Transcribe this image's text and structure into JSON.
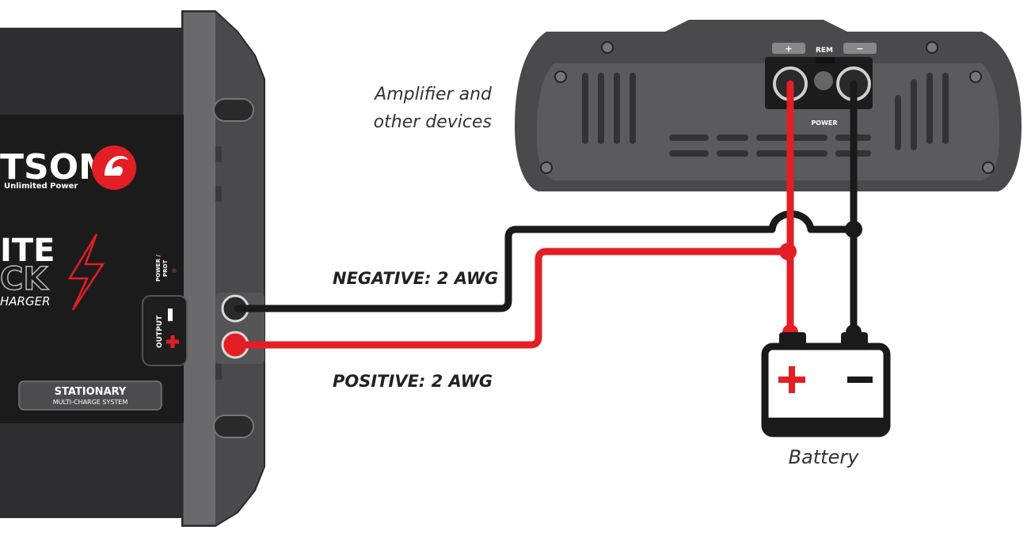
{
  "labels": {
    "amplifier_line1": "Amplifier and",
    "amplifier_line2": "other devices",
    "negative": "NEGATIVE: 2 AWG",
    "positive": "POSITIVE: 2 AWG",
    "battery": "Battery"
  },
  "charger": {
    "brand_text": "TSOM",
    "brand_tagline": "Unlimited Power",
    "model_text_1": "ITE",
    "model_text_2": "CK",
    "model_text_3": "HARGER",
    "badge_line1": "STATIONARY",
    "badge_line2": "MULTI-CHARGE SYSTEM",
    "output_label": "OUTPUT",
    "power_prot_line1": "POWER /",
    "power_prot_line2": "PROT"
  },
  "amplifier": {
    "rem_label": "REM",
    "power_label": "POWER",
    "plus_sign": "+",
    "minus_sign": "−"
  },
  "colors": {
    "positive_wire": "#e31e24",
    "negative_wire": "#1a1a1a",
    "device_body": "#3a3a3c",
    "device_frame": "#5e5e60"
  }
}
